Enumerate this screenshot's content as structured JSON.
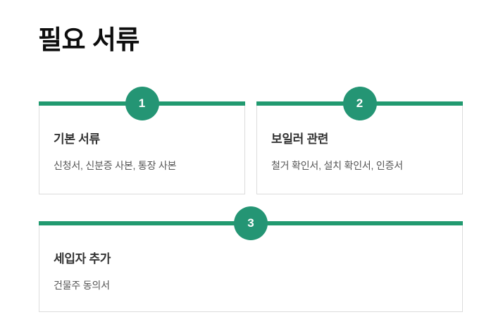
{
  "page": {
    "title": "필요 서류"
  },
  "theme": {
    "accent_green": "#219a70",
    "badge_green": "#249574",
    "card_border": "#dcdcdc",
    "title_color": "#0d0d0d",
    "card_title_color": "#333333",
    "card_desc_color": "#555555",
    "background": "#ffffff"
  },
  "cards": [
    {
      "step": "1",
      "title": "기본 서류",
      "desc": "신청서, 신분증 사본, 통장 사본"
    },
    {
      "step": "2",
      "title": "보일러 관련",
      "desc": "철거 확인서, 설치 확인서, 인증서"
    },
    {
      "step": "3",
      "title": "세입자 추가",
      "desc": "건물주 동의서"
    }
  ]
}
